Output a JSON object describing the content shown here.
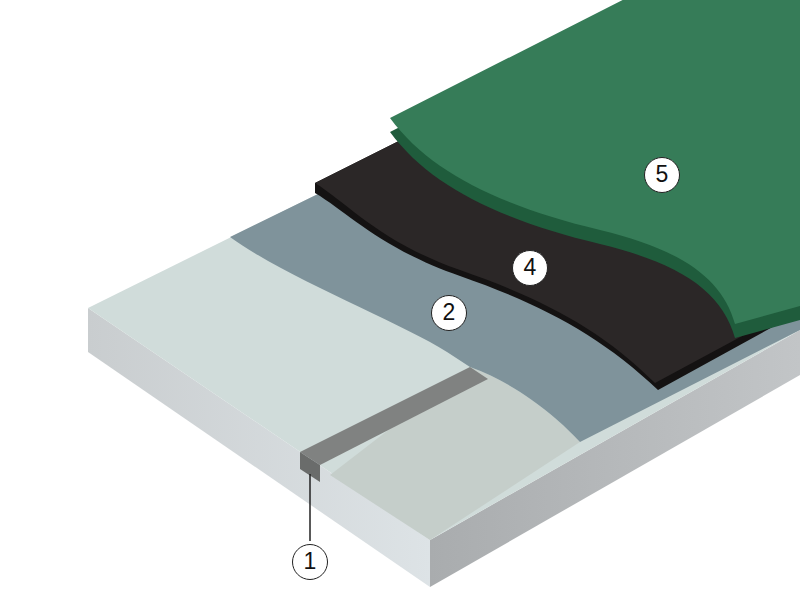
{
  "diagram": {
    "labels": [
      "5",
      "4",
      "2",
      "1"
    ]
  }
}
